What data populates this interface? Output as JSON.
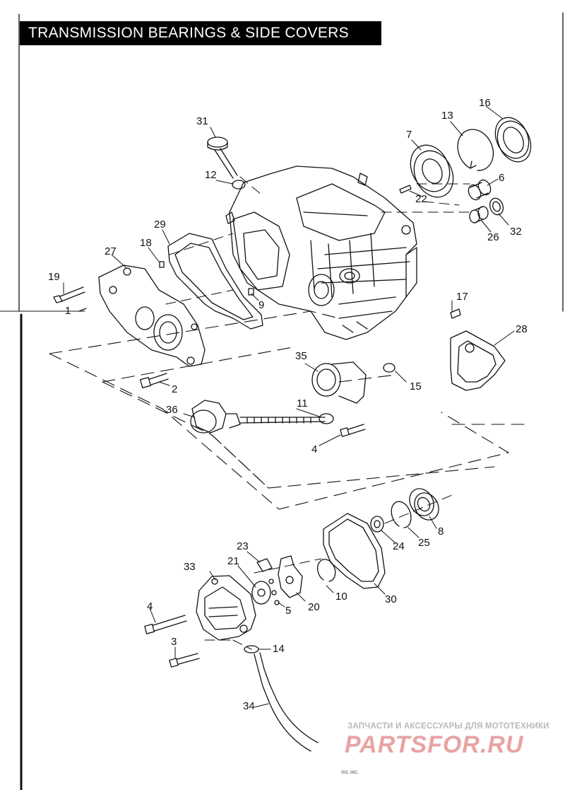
{
  "title": "TRANSMISSION BEARINGS & SIDE COVERS",
  "watermark": {
    "line1": "ЗАПЧАСТИ И АКСЕССУАРЫ ДЛЯ МОТОТЕХНИКИ",
    "logo": "PARTSFOR.RU"
  },
  "copyright": "ISS, INC.",
  "callouts": [
    "31",
    "16",
    "13",
    "7",
    "12",
    "6",
    "22",
    "32",
    "26",
    "29",
    "18",
    "27",
    "19",
    "1",
    "9",
    "17",
    "28",
    "35",
    "15",
    "2",
    "11",
    "36",
    "4",
    "8",
    "25",
    "24",
    "23",
    "21",
    "33",
    "30",
    "10",
    "20",
    "5",
    "4",
    "3",
    "14",
    "34"
  ]
}
